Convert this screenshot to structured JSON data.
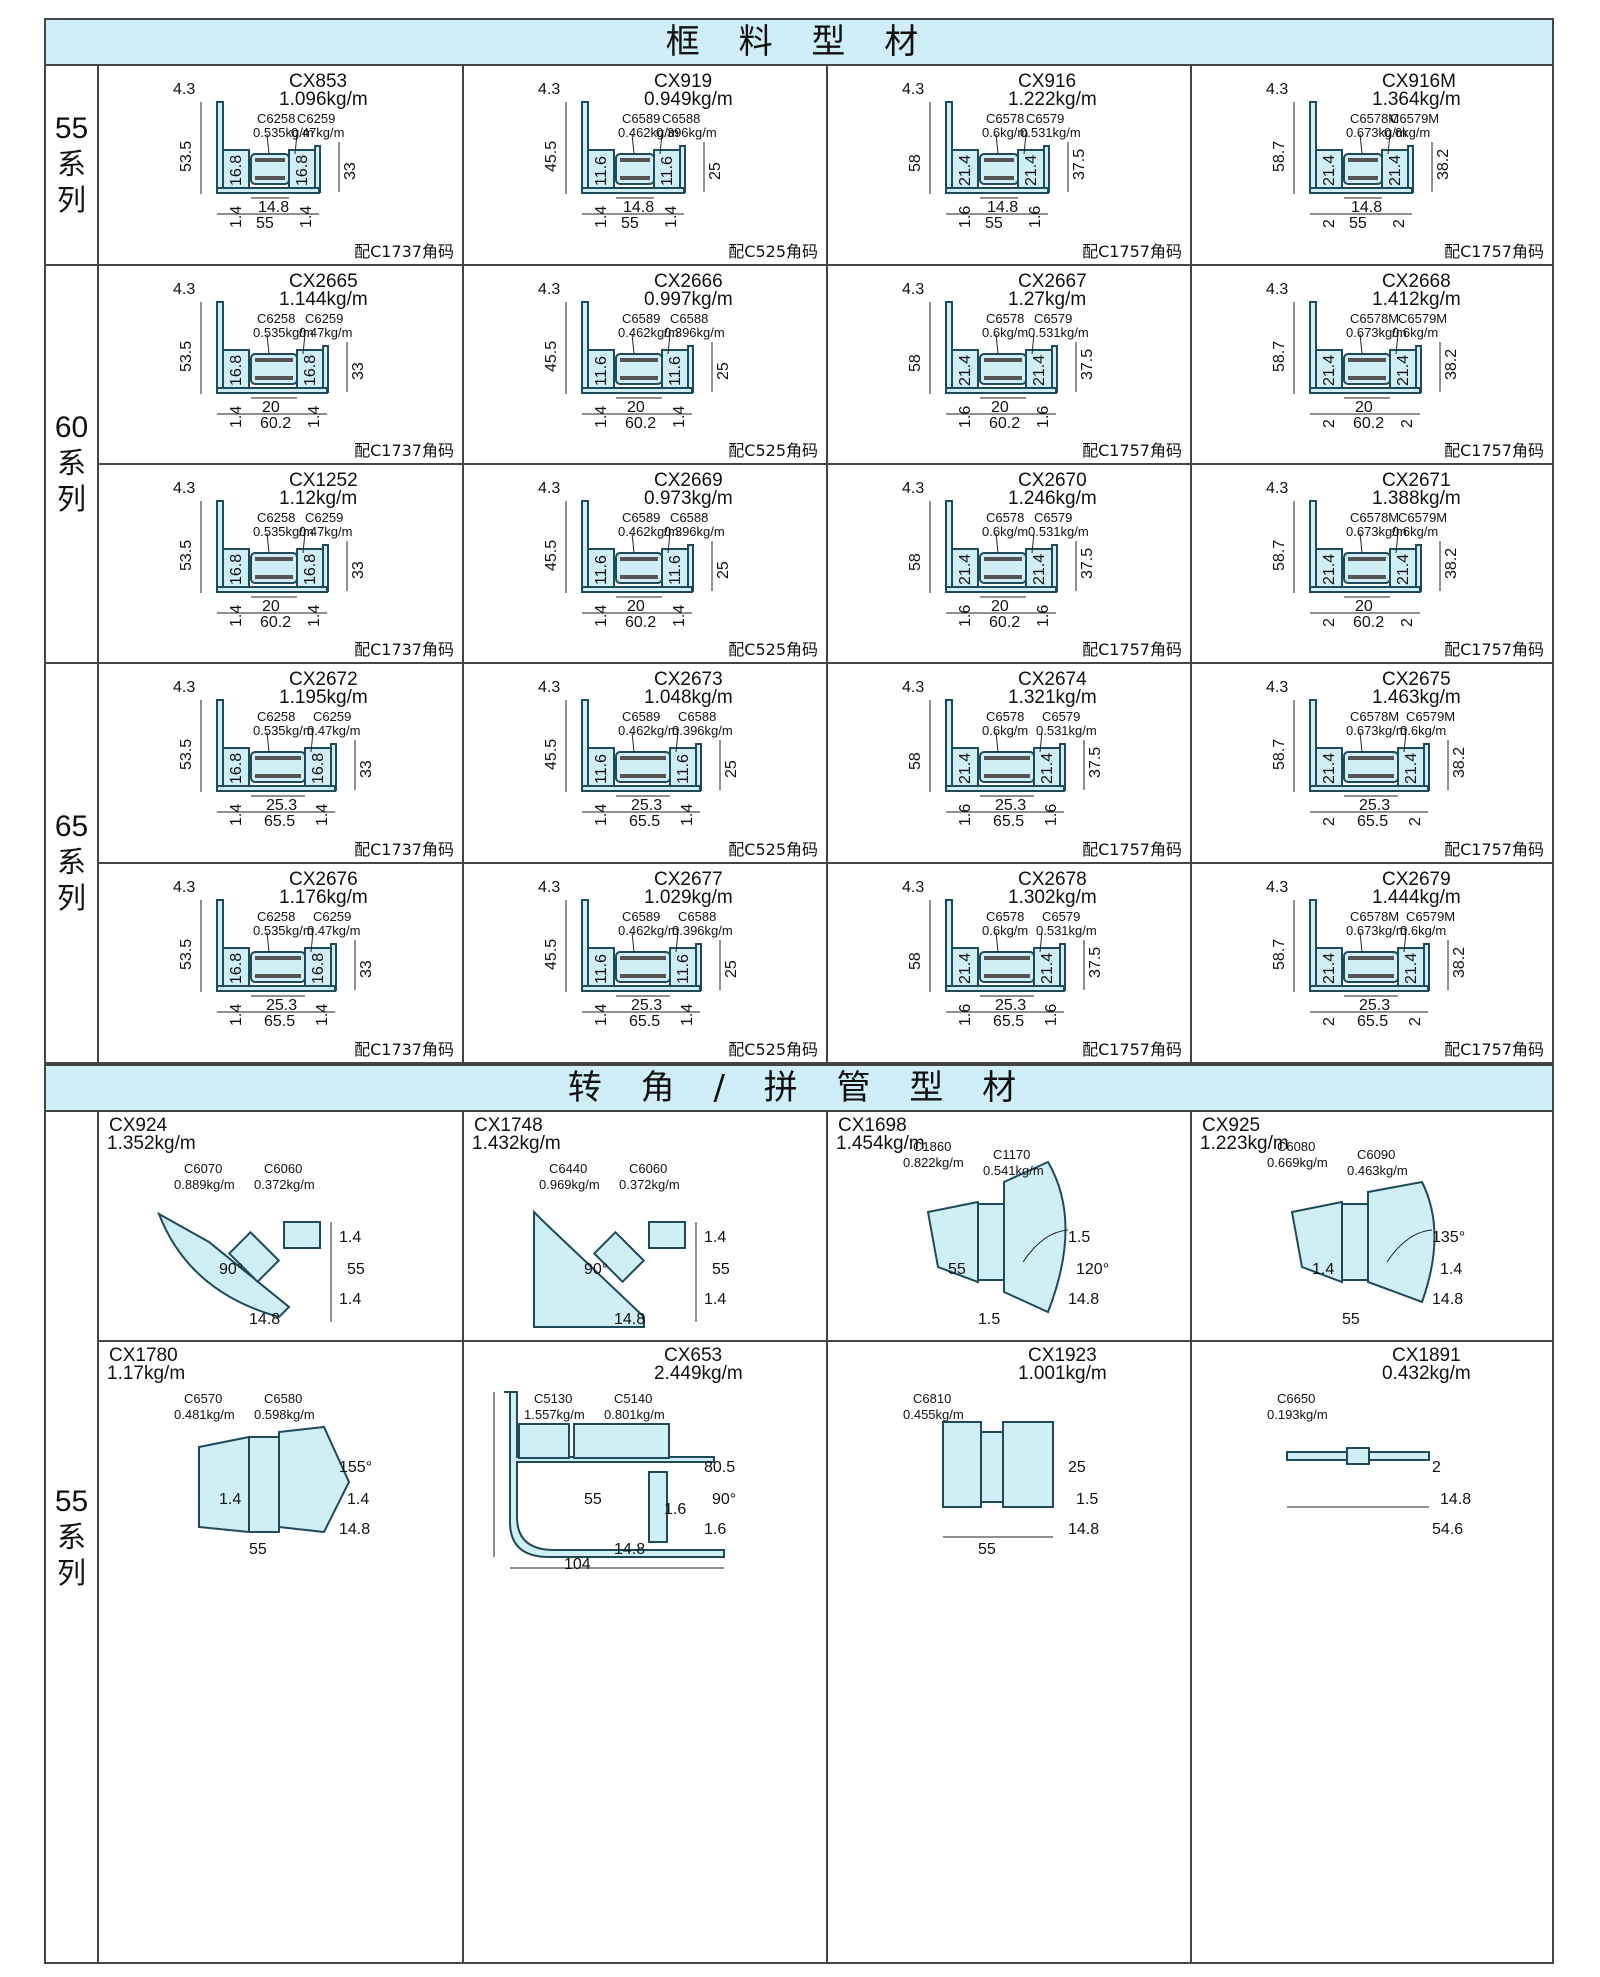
{
  "sections": {
    "frame_title": "框 料 型 材",
    "corner_title": "转 角 / 拼 管 型 材"
  },
  "series_labels": {
    "s55a": {
      "num": "55",
      "c1": "系",
      "c2": "列"
    },
    "s60": {
      "num": "60",
      "c1": "系",
      "c2": "列"
    },
    "s65": {
      "num": "65",
      "c1": "系",
      "c2": "列"
    },
    "s55b": {
      "num": "55",
      "c1": "系",
      "c2": "列"
    }
  },
  "frame_profiles": [
    {
      "code": "CX853",
      "weight": "1.096kg/m",
      "strip_a": "C6258",
      "strip_a_w": "0.535kg/m",
      "strip_b": "C6259",
      "strip_b_w": "0.47kg/m",
      "d_top": "4.3",
      "d_height": "53.5",
      "d_wall": "16.8",
      "d_wall2": "16.8",
      "d_side": "33",
      "d_inner": "14.8",
      "d_thk": "1.4",
      "d_thk2": "1.4",
      "d_width": "55",
      "corner": "配C1737角码"
    },
    {
      "code": "CX919",
      "weight": "0.949kg/m",
      "strip_a": "C6589",
      "strip_a_w": "0.462kg/m",
      "strip_b": "C6588",
      "strip_b_w": "0.396kg/m",
      "d_top": "4.3",
      "d_height": "45.5",
      "d_wall": "11.6",
      "d_wall2": "11.6",
      "d_side": "25",
      "d_inner": "14.8",
      "d_thk": "1.4",
      "d_thk2": "1.4",
      "d_width": "55",
      "corner": "配C525角码"
    },
    {
      "code": "CX916",
      "weight": "1.222kg/m",
      "strip_a": "C6578",
      "strip_a_w": "0.6kg/m",
      "strip_b": "C6579",
      "strip_b_w": "0.531kg/m",
      "d_top": "4.3",
      "d_height": "58",
      "d_wall": "21.4",
      "d_wall2": "21.4",
      "d_side": "37.5",
      "d_inner": "14.8",
      "d_thk": "1.6",
      "d_thk2": "1.6",
      "d_width": "55",
      "corner": "配C1757角码"
    },
    {
      "code": "CX916M",
      "weight": "1.364kg/m",
      "strip_a": "C6578M",
      "strip_a_w": "0.673kg/m",
      "strip_b": "C6579M",
      "strip_b_w": "0.6kg/m",
      "d_top": "4.3",
      "d_height": "58.7",
      "d_wall": "21.4",
      "d_wall2": "21.4",
      "d_side": "38.2",
      "d_inner": "14.8",
      "d_thk": "2",
      "d_thk2": "2",
      "d_width": "55",
      "corner": "配C1757角码"
    },
    {
      "code": "CX2665",
      "weight": "1.144kg/m",
      "strip_a": "C6258",
      "strip_a_w": "0.535kg/m",
      "strip_b": "C6259",
      "strip_b_w": "0.47kg/m",
      "d_top": "4.3",
      "d_height": "53.5",
      "d_wall": "16.8",
      "d_wall2": "16.8",
      "d_side": "33",
      "d_inner": "20",
      "d_thk": "1.4",
      "d_thk2": "1.4",
      "d_width": "60.2",
      "corner": "配C1737角码"
    },
    {
      "code": "CX2666",
      "weight": "0.997kg/m",
      "strip_a": "C6589",
      "strip_a_w": "0.462kg/m",
      "strip_b": "C6588",
      "strip_b_w": "0.396kg/m",
      "d_top": "4.3",
      "d_height": "45.5",
      "d_wall": "11.6",
      "d_wall2": "11.6",
      "d_side": "25",
      "d_inner": "20",
      "d_thk": "1.4",
      "d_thk2": "1.4",
      "d_width": "60.2",
      "corner": "配C525角码"
    },
    {
      "code": "CX2667",
      "weight": "1.27kg/m",
      "strip_a": "C6578",
      "strip_a_w": "0.6kg/m",
      "strip_b": "C6579",
      "strip_b_w": "0.531kg/m",
      "d_top": "4.3",
      "d_height": "58",
      "d_wall": "21.4",
      "d_wall2": "21.4",
      "d_side": "37.5",
      "d_inner": "20",
      "d_thk": "1.6",
      "d_thk2": "1.6",
      "d_width": "60.2",
      "corner": "配C1757角码"
    },
    {
      "code": "CX2668",
      "weight": "1.412kg/m",
      "strip_a": "C6578M",
      "strip_a_w": "0.673kg/m",
      "strip_b": "C6579M",
      "strip_b_w": "0.6kg/m",
      "d_top": "4.3",
      "d_height": "58.7",
      "d_wall": "21.4",
      "d_wall2": "21.4",
      "d_side": "38.2",
      "d_inner": "20",
      "d_thk": "2",
      "d_thk2": "2",
      "d_width": "60.2",
      "corner": "配C1757角码"
    },
    {
      "code": "CX1252",
      "weight": "1.12kg/m",
      "strip_a": "C6258",
      "strip_a_w": "0.535kg/m",
      "strip_b": "C6259",
      "strip_b_w": "0.47kg/m",
      "d_top": "4.3",
      "d_height": "53.5",
      "d_wall": "16.8",
      "d_wall2": "16.8",
      "d_side": "33",
      "d_inner": "20",
      "d_thk": "1.4",
      "d_thk2": "1.4",
      "d_width": "60.2",
      "corner": "配C1737角码"
    },
    {
      "code": "CX2669",
      "weight": "0.973kg/m",
      "strip_a": "C6589",
      "strip_a_w": "0.462kg/m",
      "strip_b": "C6588",
      "strip_b_w": "0.396kg/m",
      "d_top": "4.3",
      "d_height": "45.5",
      "d_wall": "11.6",
      "d_wall2": "11.6",
      "d_side": "25",
      "d_inner": "20",
      "d_thk": "1.4",
      "d_thk2": "1.4",
      "d_width": "60.2",
      "corner": "配C525角码"
    },
    {
      "code": "CX2670",
      "weight": "1.246kg/m",
      "strip_a": "C6578",
      "strip_a_w": "0.6kg/m",
      "strip_b": "C6579",
      "strip_b_w": "0.531kg/m",
      "d_top": "4.3",
      "d_height": "58",
      "d_wall": "21.4",
      "d_wall2": "21.4",
      "d_side": "37.5",
      "d_inner": "20",
      "d_thk": "1.6",
      "d_thk2": "1.6",
      "d_width": "60.2",
      "corner": "配C1757角码"
    },
    {
      "code": "CX2671",
      "weight": "1.388kg/m",
      "strip_a": "C6578M",
      "strip_a_w": "0.673kg/m",
      "strip_b": "C6579M",
      "strip_b_w": "0.6kg/m",
      "d_top": "4.3",
      "d_height": "58.7",
      "d_wall": "21.4",
      "d_wall2": "21.4",
      "d_side": "38.2",
      "d_inner": "20",
      "d_thk": "2",
      "d_thk2": "2",
      "d_width": "60.2",
      "corner": "配C1757角码"
    },
    {
      "code": "CX2672",
      "weight": "1.195kg/m",
      "strip_a": "C6258",
      "strip_a_w": "0.535kg/m",
      "strip_b": "C6259",
      "strip_b_w": "0.47kg/m",
      "d_top": "4.3",
      "d_height": "53.5",
      "d_wall": "16.8",
      "d_wall2": "16.8",
      "d_side": "33",
      "d_inner": "25.3",
      "d_thk": "1.4",
      "d_thk2": "1.4",
      "d_width": "65.5",
      "corner": "配C1737角码"
    },
    {
      "code": "CX2673",
      "weight": "1.048kg/m",
      "strip_a": "C6589",
      "strip_a_w": "0.462kg/m",
      "strip_b": "C6588",
      "strip_b_w": "0.396kg/m",
      "d_top": "4.3",
      "d_height": "45.5",
      "d_wall": "11.6",
      "d_wall2": "11.6",
      "d_side": "25",
      "d_inner": "25.3",
      "d_thk": "1.4",
      "d_thk2": "1.4",
      "d_width": "65.5",
      "corner": "配C525角码"
    },
    {
      "code": "CX2674",
      "weight": "1.321kg/m",
      "strip_a": "C6578",
      "strip_a_w": "0.6kg/m",
      "strip_b": "C6579",
      "strip_b_w": "0.531kg/m",
      "d_top": "4.3",
      "d_height": "58",
      "d_wall": "21.4",
      "d_wall2": "21.4",
      "d_side": "37.5",
      "d_inner": "25.3",
      "d_thk": "1.6",
      "d_thk2": "1.6",
      "d_width": "65.5",
      "corner": "配C1757角码"
    },
    {
      "code": "CX2675",
      "weight": "1.463kg/m",
      "strip_a": "C6578M",
      "strip_a_w": "0.673kg/m",
      "strip_b": "C6579M",
      "strip_b_w": "0.6kg/m",
      "d_top": "4.3",
      "d_height": "58.7",
      "d_wall": "21.4",
      "d_wall2": "21.4",
      "d_side": "38.2",
      "d_inner": "25.3",
      "d_thk": "2",
      "d_thk2": "2",
      "d_width": "65.5",
      "corner": "配C1757角码"
    },
    {
      "code": "CX2676",
      "weight": "1.176kg/m",
      "strip_a": "C6258",
      "strip_a_w": "0.535kg/m",
      "strip_b": "C6259",
      "strip_b_w": "0.47kg/m",
      "d_top": "4.3",
      "d_height": "53.5",
      "d_wall": "16.8",
      "d_wall2": "16.8",
      "d_side": "33",
      "d_inner": "25.3",
      "d_thk": "1.4",
      "d_thk2": "1.4",
      "d_width": "65.5",
      "corner": "配C1737角码"
    },
    {
      "code": "CX2677",
      "weight": "1.029kg/m",
      "strip_a": "C6589",
      "strip_a_w": "0.462kg/m",
      "strip_b": "C6588",
      "strip_b_w": "0.396kg/m",
      "d_top": "4.3",
      "d_height": "45.5",
      "d_wall": "11.6",
      "d_wall2": "11.6",
      "d_side": "25",
      "d_inner": "25.3",
      "d_thk": "1.4",
      "d_thk2": "1.4",
      "d_width": "65.5",
      "corner": "配C525角码"
    },
    {
      "code": "CX2678",
      "weight": "1.302kg/m",
      "strip_a": "C6578",
      "strip_a_w": "0.6kg/m",
      "strip_b": "C6579",
      "strip_b_w": "0.531kg/m",
      "d_top": "4.3",
      "d_height": "58",
      "d_wall": "21.4",
      "d_wall2": "21.4",
      "d_side": "37.5",
      "d_inner": "25.3",
      "d_thk": "1.6",
      "d_thk2": "1.6",
      "d_width": "65.5",
      "corner": "配C1757角码"
    },
    {
      "code": "CX2679",
      "weight": "1.444kg/m",
      "strip_a": "C6578M",
      "strip_a_w": "0.673kg/m",
      "strip_b": "C6579M",
      "strip_b_w": "0.6kg/m",
      "d_top": "4.3",
      "d_height": "58.7",
      "d_wall": "21.4",
      "d_wall2": "21.4",
      "d_side": "38.2",
      "d_inner": "25.3",
      "d_thk": "2",
      "d_thk2": "2",
      "d_width": "65.5",
      "corner": "配C1757角码"
    }
  ],
  "corner_profiles": [
    {
      "code": "CX924",
      "weight": "1.352kg/m",
      "parts": [
        {
          "code": "C6070",
          "w": "0.889kg/m"
        },
        {
          "code": "C6060",
          "w": "0.372kg/m"
        }
      ],
      "dims": [
        "1.4",
        "55",
        "1.4",
        "14.8",
        "90°"
      ]
    },
    {
      "code": "CX1748",
      "weight": "1.432kg/m",
      "parts": [
        {
          "code": "C6440",
          "w": "0.969kg/m"
        },
        {
          "code": "C6060",
          "w": "0.372kg/m"
        }
      ],
      "dims": [
        "1.4",
        "55",
        "1.4",
        "14.8",
        "90°"
      ]
    },
    {
      "code": "CX1698",
      "weight": "1.454kg/m",
      "parts": [
        {
          "code": "C1860",
          "w": "0.822kg/m"
        },
        {
          "code": "C1170",
          "w": "0.541kg/m"
        }
      ],
      "dims": [
        "1.5",
        "120°",
        "14.8",
        "1.5",
        "55"
      ]
    },
    {
      "code": "CX925",
      "weight": "1.223kg/m",
      "parts": [
        {
          "code": "C6080",
          "w": "0.669kg/m"
        },
        {
          "code": "C6090",
          "w": "0.463kg/m"
        }
      ],
      "dims": [
        "135°",
        "1.4",
        "14.8",
        "55",
        "1.4"
      ]
    },
    {
      "code": "CX1780",
      "weight": "1.17kg/m",
      "parts": [
        {
          "code": "C6570",
          "w": "0.481kg/m"
        },
        {
          "code": "C6580",
          "w": "0.598kg/m"
        }
      ],
      "dims": [
        "155°",
        "1.4",
        "14.8",
        "55",
        "1.4"
      ]
    },
    {
      "code": "CX653",
      "weight": "2.449kg/m",
      "parts": [
        {
          "code": "C5130",
          "w": "1.557kg/m"
        },
        {
          "code": "C5140",
          "w": "0.801kg/m"
        }
      ],
      "dims": [
        "80.5",
        "90°",
        "1.6",
        "14.8",
        "55",
        "1.6",
        "104"
      ]
    },
    {
      "code": "CX1923",
      "weight": "1.001kg/m",
      "parts": [
        {
          "code": "C6810",
          "w": "0.455kg/m"
        }
      ],
      "dims": [
        "25",
        "1.5",
        "14.8",
        "55"
      ]
    },
    {
      "code": "CX1891",
      "weight": "0.432kg/m",
      "parts": [
        {
          "code": "C6650",
          "w": "0.193kg/m"
        }
      ],
      "dims": [
        "2",
        "14.8",
        "54.6"
      ]
    }
  ]
}
